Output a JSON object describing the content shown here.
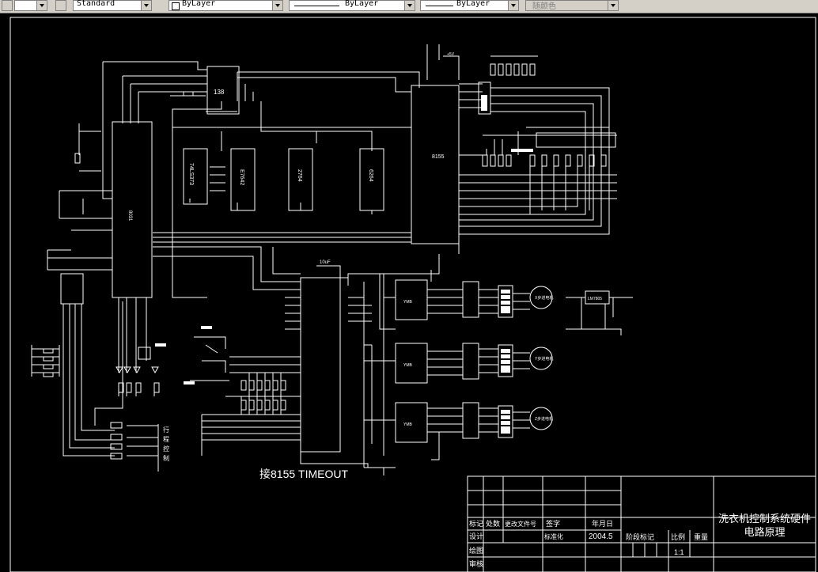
{
  "toolbar": {
    "text_style": "Standard",
    "layer": "ByLayer",
    "linetype": "ByLayer",
    "lineweight": "ByLayer",
    "plot_style": "随颜色"
  },
  "schematic": {
    "chips": {
      "latch": "74LS373",
      "eprom1": "E7642",
      "eprom2": "2764",
      "ram": "6264",
      "mcu": "8031",
      "pio": "8155",
      "decoder": "138",
      "driver1": "YMB",
      "driver2": "YMB",
      "driver3": "YMB",
      "regulator": "LM7805"
    },
    "motors": {
      "x": "X步进电机",
      "y": "Y步进电机",
      "z": "Z步进电机"
    },
    "limit_label": "行程控制",
    "timeout_label": "接8155 TIMEOUT",
    "cap_label": "10uF",
    "vcc": "+5V"
  },
  "title_block": {
    "title": "洗衣机控制系统硬件电路原理",
    "headers": {
      "mark": "标记",
      "count": "处数",
      "change_doc": "更改文件号",
      "sign": "签字",
      "date": "年月日"
    },
    "design": "设计",
    "standard": "标准化",
    "design_date": "2004.5",
    "stage_mark": "阶段标记",
    "scale": "比例",
    "weight": "重量",
    "scale_value": "1:1",
    "drawing": "绘图",
    "review": "审核"
  }
}
